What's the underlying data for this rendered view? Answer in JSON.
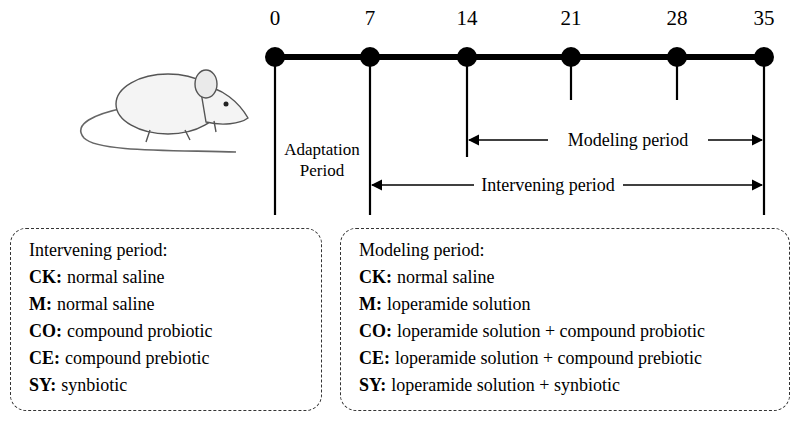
{
  "diagram": {
    "nodes": [
      {
        "text": [
          "Intervening period:",
          "CK:",
          "normal saline",
          "M:",
          "normal saline",
          "CO:",
          "compound probiotic",
          "CE:",
          "compound prebiotic",
          "SY:",
          "synbiotic"
        ]
      },
      {
        "text": [
          "Modeling period:",
          "CK:",
          "normal saline",
          "M:",
          "loperamide solution",
          "CO:",
          "loperamide solution + compound probiotic",
          "CE:",
          "loperamide solution + compound prebiotic",
          "SY:",
          "loperamide solution + synbiotic"
        ]
      }
    ],
    "labels": [
      "0",
      "7",
      "14",
      "21",
      "28",
      "35",
      "Adaptation Period",
      "Modeling period",
      "Intervening period"
    ]
  }
}
